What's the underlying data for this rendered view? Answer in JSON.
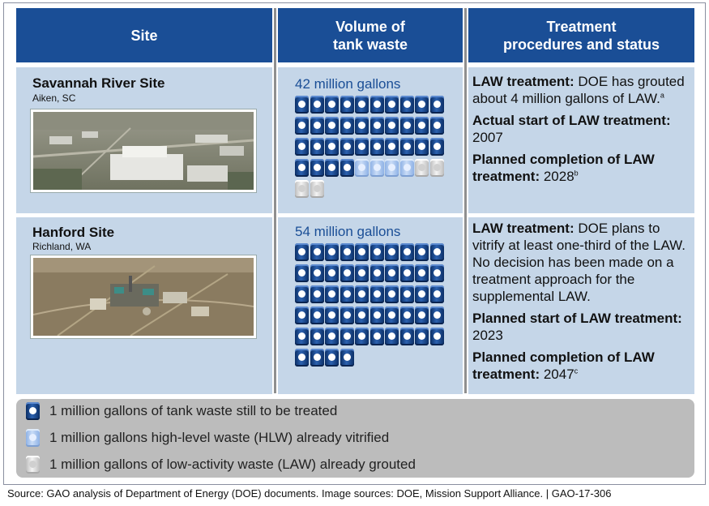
{
  "headers": {
    "site": "Site",
    "volume": "Volume of\ntank waste",
    "treatment": "Treatment\nprocedures and status"
  },
  "sites": [
    {
      "name": "Savannah River Site",
      "location": "Aiken, SC",
      "volume": "42 million gallons",
      "barrels": {
        "still_to_treat": 34,
        "hlw_vitrified": 4,
        "law_grouted": 4
      },
      "treatment": [
        {
          "label": "LAW treatment:",
          "text": " DOE has grouted about 4 million gallons of LAW.",
          "note": "a"
        },
        {
          "label": "Actual start of LAW treatment:",
          "text": " 2007",
          "note": ""
        },
        {
          "label": "Planned completion of LAW treatment:",
          "text": " 2028",
          "note": "b"
        }
      ]
    },
    {
      "name": "Hanford Site",
      "location": "Richland, WA",
      "volume": "54 million gallons",
      "barrels": {
        "still_to_treat": 54,
        "hlw_vitrified": 0,
        "law_grouted": 0
      },
      "treatment": [
        {
          "label": "LAW treatment:",
          "text": " DOE plans to vitrify at least one-third of the LAW. No decision has been made on a treatment approach for the supplemental LAW.",
          "note": ""
        },
        {
          "label": "Planned start of LAW treatment:",
          "text": " 2023",
          "note": ""
        },
        {
          "label": "Planned completion of LAW treatment:",
          "text": " 2047",
          "note": "c"
        }
      ]
    }
  ],
  "legend": [
    {
      "kind": "tbd",
      "icon": "barrel-dark-blue-icon",
      "text": "1 million gallons of tank waste still to be treated"
    },
    {
      "kind": "hlw",
      "icon": "barrel-light-blue-icon",
      "text": "1 million gallons high-level waste (HLW) already vitrified"
    },
    {
      "kind": "law",
      "icon": "barrel-white-icon",
      "text": "1 million gallons of low-activity waste (LAW) already grouted"
    }
  ],
  "source": "Source: GAO analysis of Department of Energy (DOE) documents. Image sources: DOE, Mission Support Alliance.  |  GAO-17-306",
  "colors": {
    "header": "#1a4e96",
    "cell": "#c5d6e8",
    "legend": "#bcbcbc",
    "volume_text": "#1a4e96"
  }
}
